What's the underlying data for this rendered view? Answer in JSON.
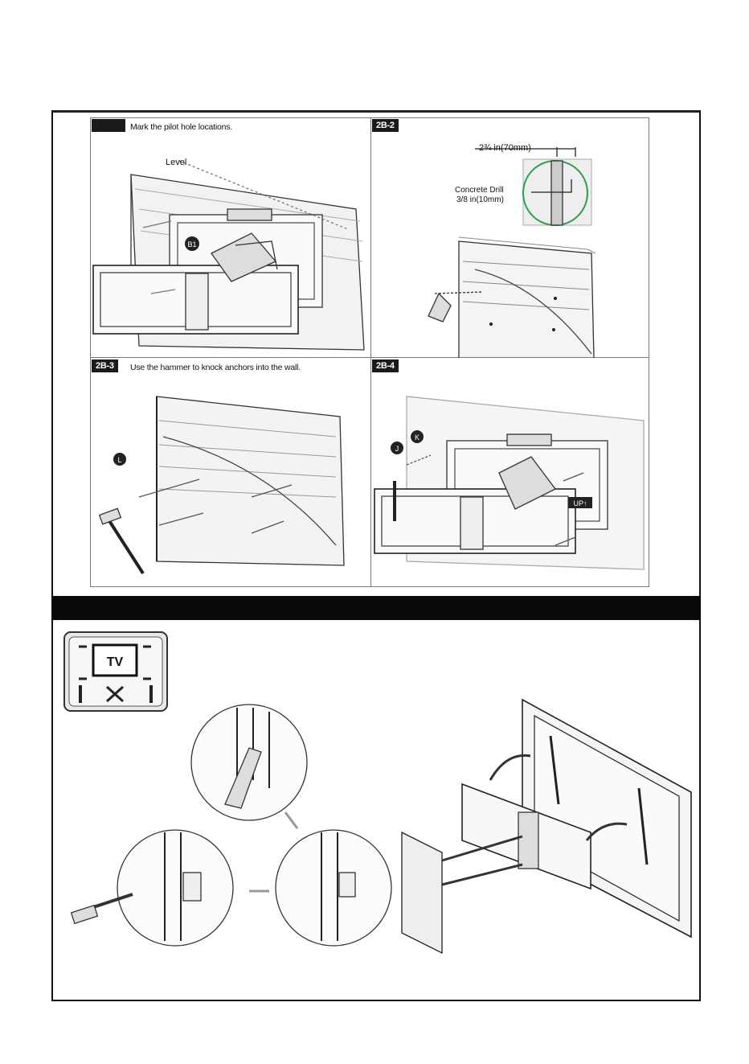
{
  "steps": {
    "s1": {
      "label": "",
      "caption": "Mark the pilot hole locations.",
      "level_label": "Level",
      "part": "B1"
    },
    "s2": {
      "label": "2B-2",
      "dimension": "2¾ in(70mm)",
      "drill_line1": "Concrete Drill",
      "drill_line2": "3/8 in(10mm)"
    },
    "s3": {
      "label": "2B-3",
      "caption": "Use the hammer to knock anchors into the wall.",
      "part": "L"
    },
    "s4": {
      "label": "2B-4",
      "part_j": "J",
      "part_k": "K",
      "up_label": "UP↑"
    }
  },
  "section": {
    "title": ""
  },
  "tv_icon": {
    "label": "TV"
  },
  "icons": {
    "tv": "tv-mount-icon",
    "arrow": "arrow-icon"
  }
}
